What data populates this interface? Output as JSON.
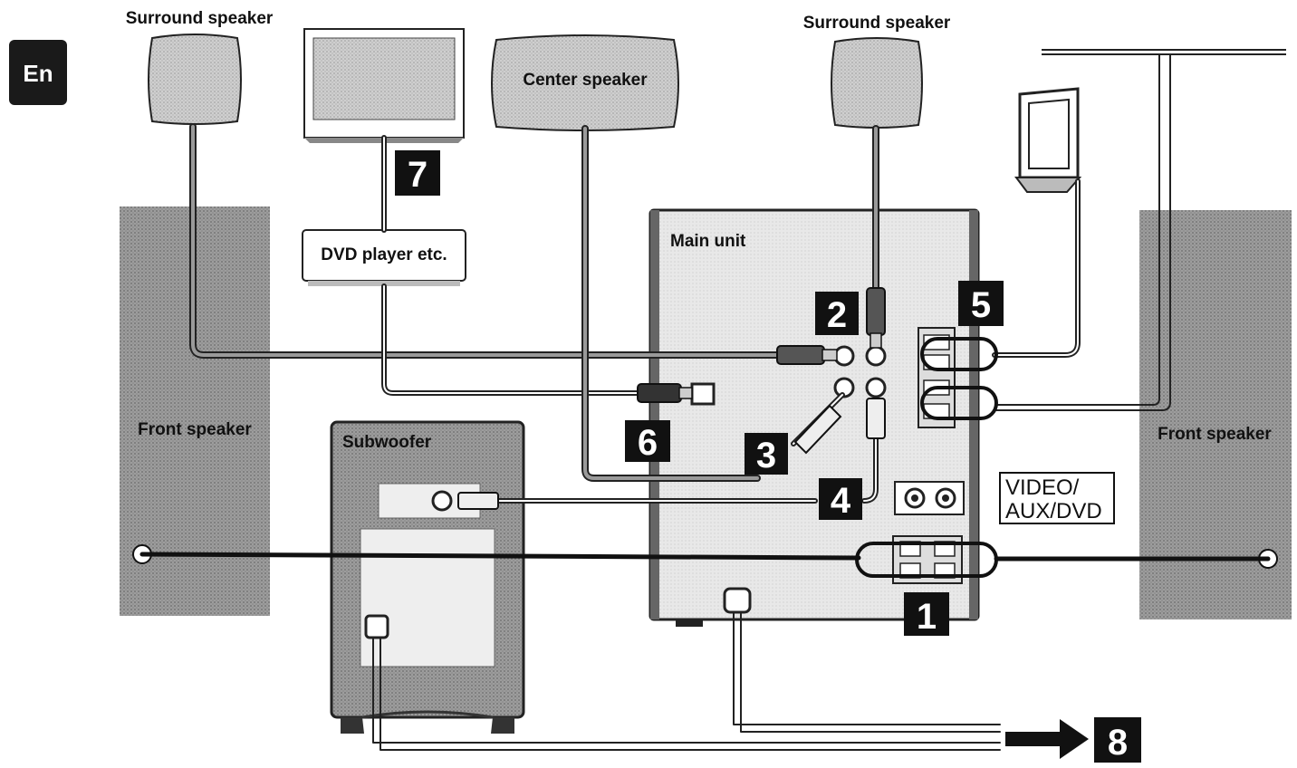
{
  "language_tab": "En",
  "labels": {
    "surround_left": "Surround speaker",
    "surround_right": "Surround speaker",
    "center_speaker": "Center speaker",
    "dvd_player": "DVD player etc.",
    "main_unit": "Main unit",
    "front_left": "Front speaker",
    "front_right": "Front speaker",
    "subwoofer": "Subwoofer",
    "video_aux_line1": "VIDEO/",
    "video_aux_line2": "AUX/DVD"
  },
  "steps": {
    "s1": "1",
    "s2": "2",
    "s3": "3",
    "s4": "4",
    "s5": "5",
    "s6": "6",
    "s7": "7",
    "s8": "8"
  }
}
